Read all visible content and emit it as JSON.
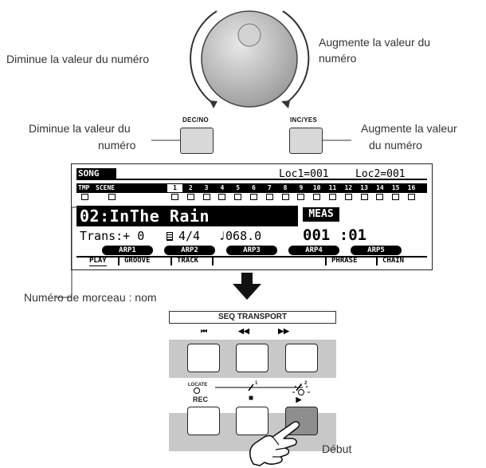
{
  "dial": {
    "dec_label": "Diminue la valeur du numéro",
    "inc_label_1": "Augmente la valeur du",
    "inc_label_2": "numéro"
  },
  "buttons": {
    "dec_no": "DEC/NO",
    "inc_yes": "INC/YES",
    "dec_label_1": "Diminue la valeur du",
    "dec_label_2": "numéro",
    "inc_label_1": "Augmente la valeur",
    "inc_label_2": "du numéro"
  },
  "lcd": {
    "mode": "SONG",
    "loc1": "Loc1=001",
    "loc2": "Loc2=001",
    "tmp": "TMP",
    "scene": "SCENE",
    "track_numbers": [
      "1",
      "2",
      "3",
      "4",
      "5",
      "6",
      "7",
      "8",
      "9",
      "10",
      "11",
      "12",
      "13",
      "14",
      "15",
      "16"
    ],
    "song": "02:InThe Rain",
    "meas_label": "MEAS",
    "trans": "Trans:+ 0",
    "time_sig": "4/4",
    "tempo": "♩068.0",
    "meas_value": "001 :01",
    "arps": [
      "ARP1",
      "ARP2",
      "ARP3",
      "ARP4",
      "ARP5"
    ],
    "tabs": [
      "PLAY",
      "GROOVE",
      "TRACK",
      "PHRASE",
      "CHAIN"
    ]
  },
  "song_label": "Numéro de morceau : nom",
  "transport": {
    "title": "SEQ TRANSPORT",
    "locate": "LOCATE",
    "loc1": "1",
    "loc2": "2",
    "rec": "REC",
    "start_label": "Début"
  }
}
